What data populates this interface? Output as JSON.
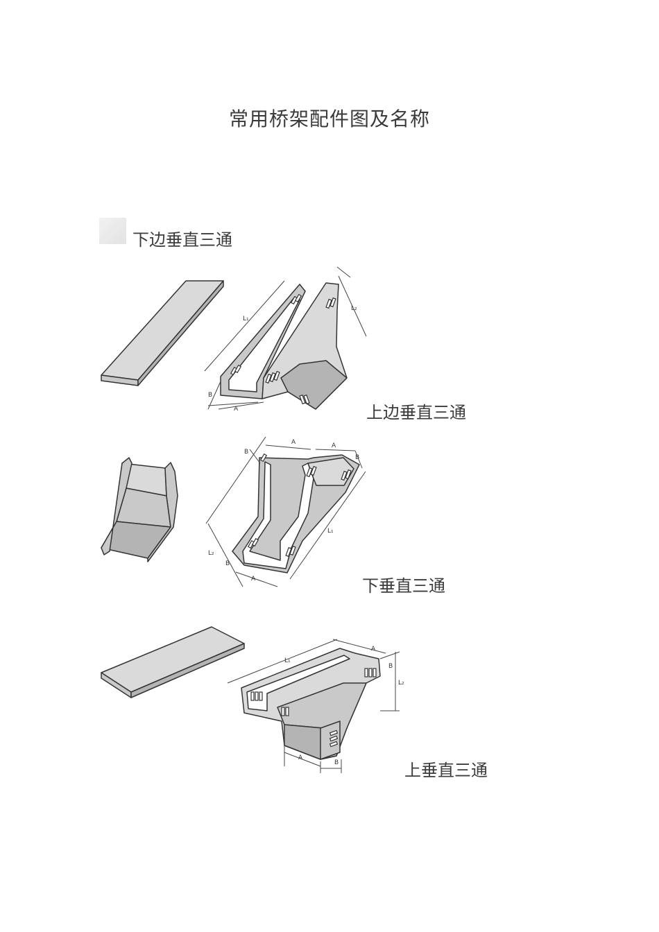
{
  "document": {
    "title": "常用桥架配件图及名称"
  },
  "sections": [
    {
      "label": "下边垂直三通"
    },
    {
      "label": "上边垂直三通"
    },
    {
      "label": "下垂直三通"
    },
    {
      "label": "上垂直三通"
    }
  ],
  "dimension_labels": {
    "a": "A",
    "b": "B",
    "l1": "L₁",
    "l2": "L₂"
  }
}
